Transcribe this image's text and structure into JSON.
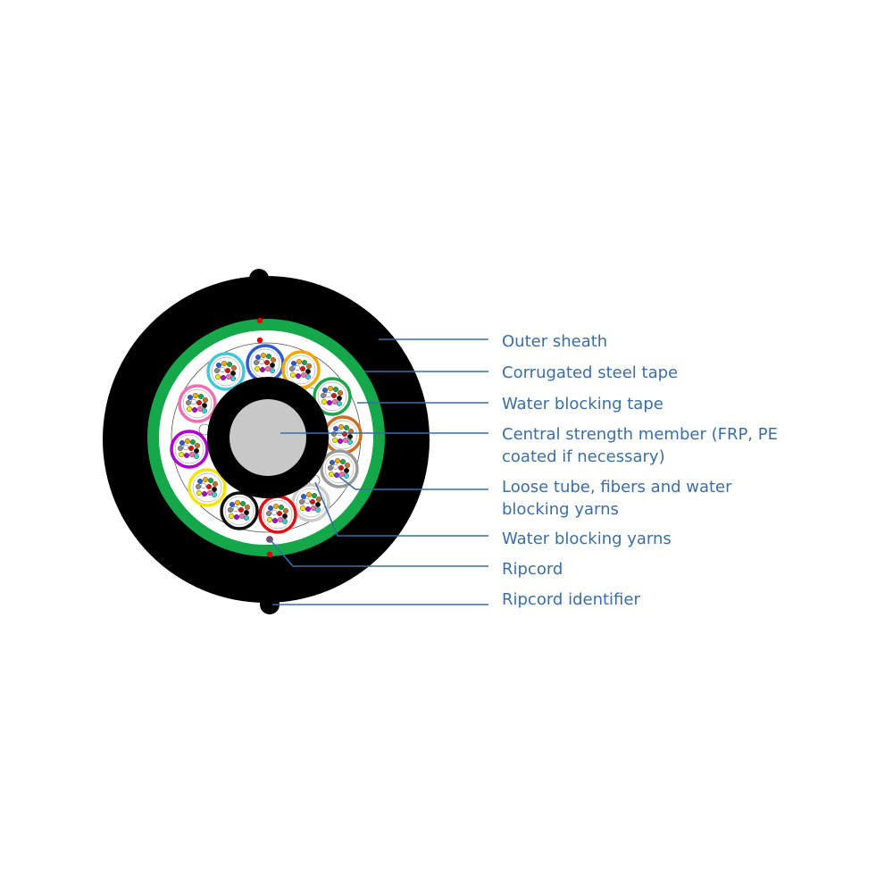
{
  "colors": {
    "sheath": "#000000",
    "steel_tape": "#14a84a",
    "water_blocking_tape": "#ffffff",
    "strength_member_coat": "#000000",
    "strength_member_core": "#c8c8c8",
    "ripcord": "#e00000",
    "leader_line": "#3b6ea5",
    "label_text": "#3b6ea5"
  },
  "tubes": [
    {
      "name": "blue",
      "color": "#2f5bd1"
    },
    {
      "name": "orange",
      "color": "#f2a900"
    },
    {
      "name": "green",
      "color": "#18a84a"
    },
    {
      "name": "brown",
      "color": "#c87020"
    },
    {
      "name": "slate",
      "color": "#9a9a9a"
    },
    {
      "name": "white",
      "color": "#cccccc"
    },
    {
      "name": "red",
      "color": "#e01010"
    },
    {
      "name": "black",
      "color": "#111111"
    },
    {
      "name": "yellow",
      "color": "#f3e600"
    },
    {
      "name": "violet",
      "color": "#b000d0"
    },
    {
      "name": "rose",
      "color": "#f06fb0"
    },
    {
      "name": "aqua",
      "color": "#40c8d8"
    }
  ],
  "fiber_colors": [
    "#2f5bd1",
    "#f2a900",
    "#18a84a",
    "#c87020",
    "#8a8a8a",
    "#ffffff",
    "#e01010",
    "#111111",
    "#f3e600",
    "#b000d0",
    "#f06fb0",
    "#40c8d8"
  ],
  "labels": [
    {
      "id": "outer-sheath",
      "text": "Outer sheath"
    },
    {
      "id": "corrugated-steel-tape",
      "text": "Corrugated steel tape"
    },
    {
      "id": "water-blocking-tape",
      "text": "Water blocking tape"
    },
    {
      "id": "central-strength-member",
      "text": "Central strength member (FRP, PE\ncoated if necessary)"
    },
    {
      "id": "loose-tube",
      "text": "Loose tube, fibers and water\nblocking yarns"
    },
    {
      "id": "water-blocking-yarns",
      "text": "Water blocking yarns"
    },
    {
      "id": "ripcord",
      "text": "Ripcord"
    },
    {
      "id": "ripcord-identifier",
      "text": "Ripcord identifier"
    }
  ]
}
